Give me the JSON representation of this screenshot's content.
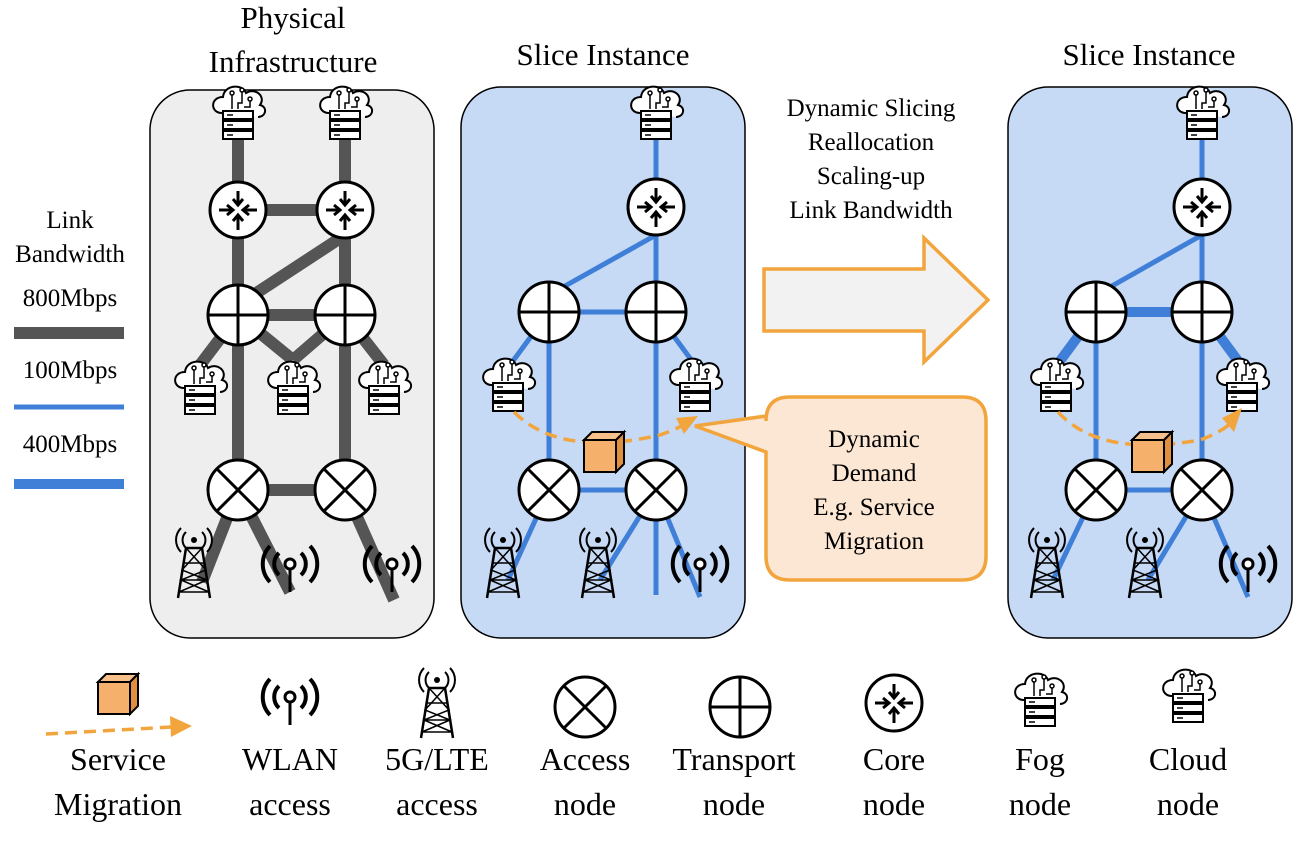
{
  "panels": {
    "physical": {
      "title_line1": "Physical",
      "title_line2": "Infrastructure"
    },
    "slice_left": {
      "title": "Slice Instance"
    },
    "slice_right": {
      "title": "Slice Instance"
    }
  },
  "arrow_text": [
    "Dynamic Slicing",
    "Reallocation",
    "Scaling-up",
    "Link Bandwidth"
  ],
  "callout_text": [
    "Dynamic",
    "Demand",
    "E.g. Service",
    "Migration"
  ],
  "link_legend": {
    "title_line1": "Link",
    "title_line2": "Bandwidth",
    "items": [
      {
        "label": "800Mbps",
        "color": "#555555"
      },
      {
        "label": "100Mbps",
        "color": "#3f7fd8"
      },
      {
        "label": "400Mbps",
        "color": "#3f7fd8"
      }
    ]
  },
  "bottom_legend": [
    {
      "line1": "Service",
      "line2": "Migration",
      "icon": "service-migration-icon"
    },
    {
      "line1": "WLAN",
      "line2": "access",
      "icon": "wlan-icon"
    },
    {
      "line1": "5G/LTE",
      "line2": "access",
      "icon": "cell-tower-icon"
    },
    {
      "line1": "Access",
      "line2": "node",
      "icon": "access-node-icon"
    },
    {
      "line1": "Transport",
      "line2": "node",
      "icon": "transport-node-icon"
    },
    {
      "line1": "Core",
      "line2": "node",
      "icon": "core-node-icon"
    },
    {
      "line1": "Fog",
      "line2": "node",
      "icon": "fog-node-icon"
    },
    {
      "line1": "Cloud",
      "line2": "node",
      "icon": "cloud-node-icon"
    }
  ],
  "colors": {
    "physical_bg": "#eeeeee",
    "slice_bg": "#c6d9f5",
    "gray_link": "#555555",
    "blue_link": "#3f7fd8",
    "orange": "#f2a53d",
    "orange_fill": "#f5b06b",
    "arrow_fill": "#f2f2f2",
    "callout_fill": "#fbe7d4"
  }
}
